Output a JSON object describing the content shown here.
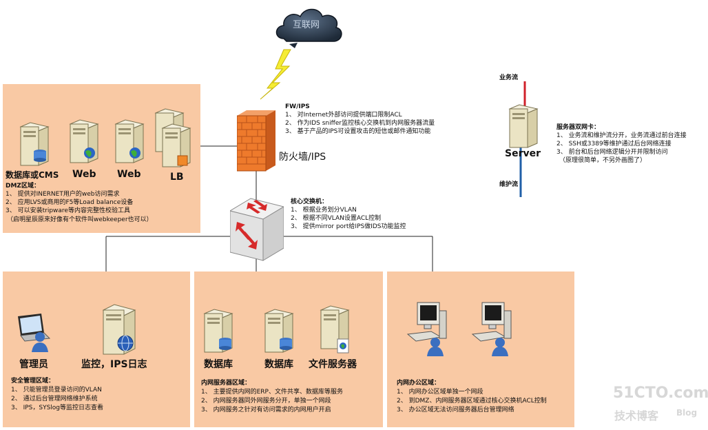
{
  "cloud": {
    "label": "互联网"
  },
  "firewall": {
    "label": "防火墙/IPS",
    "title": "FW/IPS",
    "notes": [
      "1、 对Internet外部访问提供端口限制ACL",
      "2、 作为IDS sniffer监控核心交换机到内网服务器流量",
      "3、 基于产品的IPS可设置攻击的短信或邮件通知功能"
    ]
  },
  "core_switch": {
    "title": "核心交换机：",
    "notes": [
      "1、 根据业务划分VLAN",
      "2、 根据不同VLAN设置ACL控制",
      "3、 提供mirror port给IPS做IDS功能监控"
    ]
  },
  "dmz": {
    "devices": [
      "数据库或CMS",
      "Web",
      "Web",
      "LB"
    ],
    "title": "DMZ区域：",
    "notes": [
      "1、 提供对INERNET用户的web访问需求",
      "2、 应用LVS或商用的F5等Load balance设备",
      "3、 可以安装tripware等内容完整性校验工具",
      "（启明星辰原来好像有个软件叫webkeeper也可以）"
    ]
  },
  "server_nic": {
    "label": "Server",
    "business_flow": "业务流",
    "maintenance_flow": "维护流",
    "title": "服务器双网卡：",
    "notes": [
      "1、 业务流和维护流分开，业务流通过前台连接",
      "2、 SSH或3389等维护通过后台网络连接",
      "3、 前台和后台网络逻辑分开并限制访问",
      "（原理很简单，不另外画图了）"
    ],
    "colors": {
      "business": "#d0202a",
      "maintenance": "#1f5fa8"
    }
  },
  "security_zone": {
    "devices": [
      "管理员",
      "监控，IPS日志"
    ],
    "title": "安全管理区域：",
    "notes": [
      "1、 只能管理员登录访问的VLAN",
      "2、 通过后台管理网络维护系统",
      "3、 IPS，SYSlog等监控日志查看"
    ]
  },
  "server_zone": {
    "devices": [
      "数据库",
      "数据库",
      "文件服务器"
    ],
    "title": "内网服务器区域：",
    "notes": [
      "1、 主要提供内网的ERP、文件共享、数据库等服务",
      "2、 内网服务器同外网服务分开，单独一个网段",
      "3、 内网服务之针对有访问需求的内网用户开启"
    ]
  },
  "office_zone": {
    "title": "内网办公区域：",
    "notes": [
      "1、 内网办公区域单独一个网段",
      "2、 到DMZ、内网服务器区域通过核心交换机ACL控制",
      "3、 办公区域无法访问服务器后台管理网络"
    ]
  },
  "watermark": {
    "site": "51CTO.com",
    "sub": "技术博客",
    "blog": "Blog"
  },
  "colors": {
    "zone_fill": "#f9c9a4",
    "line": "#222222"
  }
}
